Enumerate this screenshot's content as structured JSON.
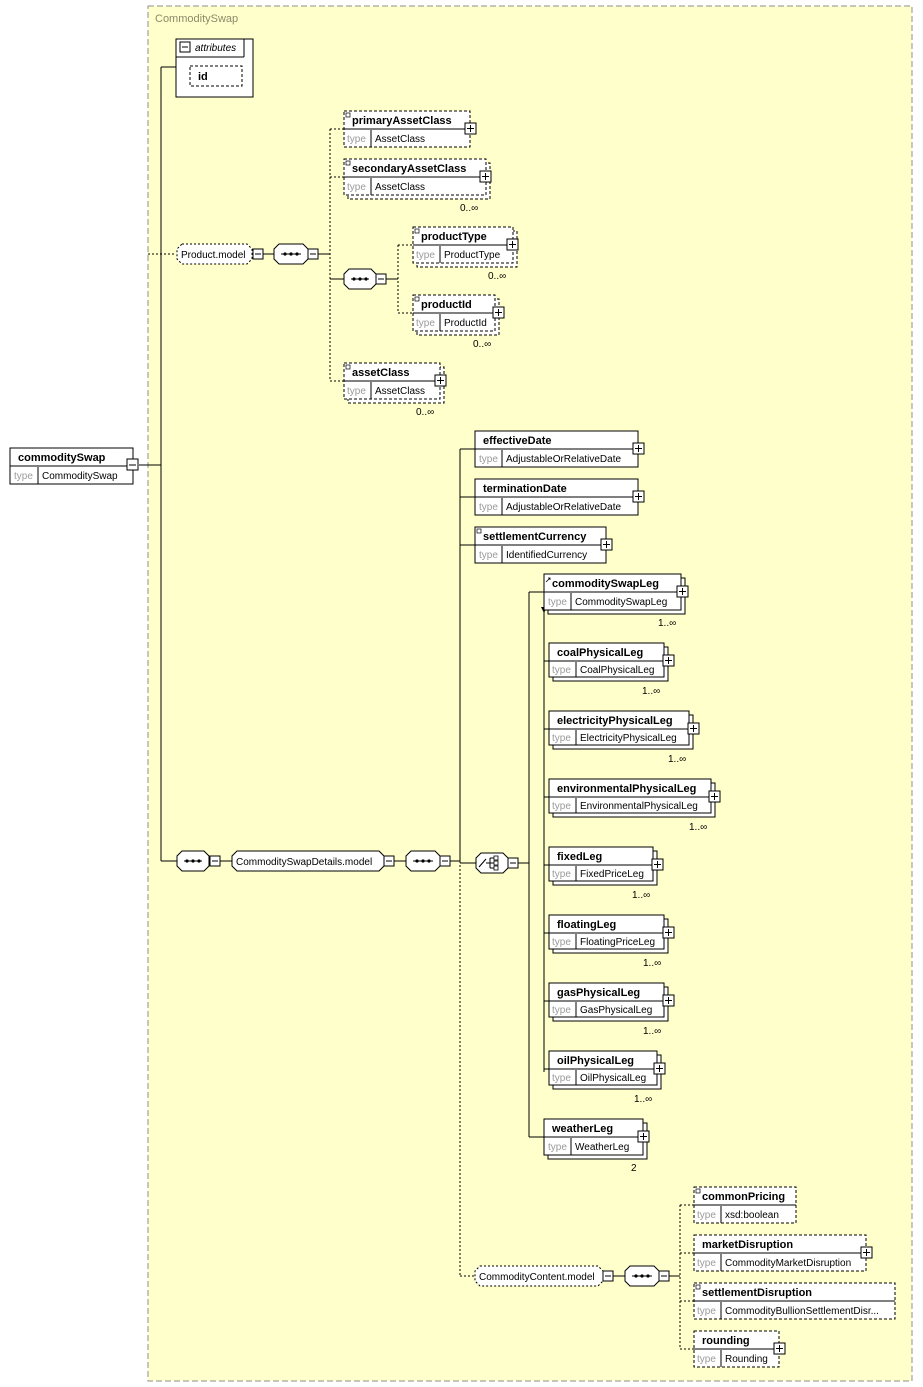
{
  "diagram": {
    "title": "CommoditySwap",
    "attributes_label": "attributes",
    "attribute": "id",
    "type_label": "type",
    "root": {
      "name": "commoditySwap",
      "type": "CommoditySwap"
    },
    "groups": {
      "product": "Product.model",
      "details": "CommoditySwapDetails.model",
      "content": "CommodityContent.model"
    },
    "product_elements": {
      "primaryAssetClass": {
        "name": "primaryAssetClass",
        "type": "AssetClass"
      },
      "secondaryAssetClass": {
        "name": "secondaryAssetClass",
        "type": "AssetClass",
        "occurs": "0..∞"
      },
      "productType": {
        "name": "productType",
        "type": "ProductType",
        "occurs": "0..∞"
      },
      "productId": {
        "name": "productId",
        "type": "ProductId",
        "occurs": "0..∞"
      },
      "assetClass": {
        "name": "assetClass",
        "type": "AssetClass",
        "occurs": "0..∞"
      }
    },
    "detail_elements": {
      "effectiveDate": {
        "name": "effectiveDate",
        "type": "AdjustableOrRelativeDate"
      },
      "terminationDate": {
        "name": "terminationDate",
        "type": "AdjustableOrRelativeDate"
      },
      "settlementCurrency": {
        "name": "settlementCurrency",
        "type": "IdentifiedCurrency"
      }
    },
    "legs": {
      "commoditySwapLeg": {
        "name": "commoditySwapLeg",
        "type": "CommoditySwapLeg",
        "occurs": "1..∞"
      },
      "coalPhysicalLeg": {
        "name": "coalPhysicalLeg",
        "type": "CoalPhysicalLeg",
        "occurs": "1..∞"
      },
      "electricityPhysicalLeg": {
        "name": "electricityPhysicalLeg",
        "type": "ElectricityPhysicalLeg",
        "occurs": "1..∞"
      },
      "environmentalPhysicalLeg": {
        "name": "environmentalPhysicalLeg",
        "type": "EnvironmentalPhysicalLeg",
        "occurs": "1..∞"
      },
      "fixedLeg": {
        "name": "fixedLeg",
        "type": "FixedPriceLeg",
        "occurs": "1..∞"
      },
      "floatingLeg": {
        "name": "floatingLeg",
        "type": "FloatingPriceLeg",
        "occurs": "1..∞"
      },
      "gasPhysicalLeg": {
        "name": "gasPhysicalLeg",
        "type": "GasPhysicalLeg",
        "occurs": "1..∞"
      },
      "oilPhysicalLeg": {
        "name": "oilPhysicalLeg",
        "type": "OilPhysicalLeg",
        "occurs": "1..∞"
      },
      "weatherLeg": {
        "name": "weatherLeg",
        "type": "WeatherLeg",
        "occurs": "2"
      }
    },
    "content_elements": {
      "commonPricing": {
        "name": "commonPricing",
        "type": "xsd:boolean"
      },
      "marketDisruption": {
        "name": "marketDisruption",
        "type": "CommodityMarketDisruption"
      },
      "settlementDisruption": {
        "name": "settlementDisruption",
        "type": "CommodityBullionSettlementDisr..."
      },
      "rounding": {
        "name": "rounding",
        "type": "Rounding"
      }
    }
  }
}
